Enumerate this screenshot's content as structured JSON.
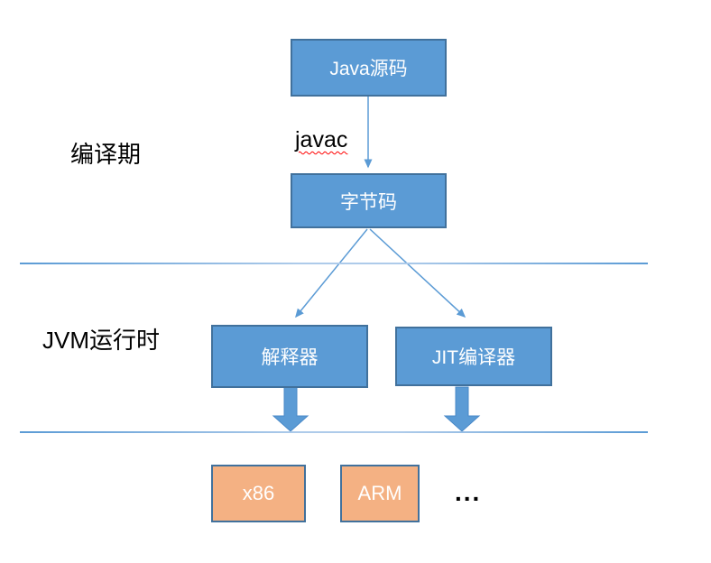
{
  "colors": {
    "node-fill": "#5b9bd5",
    "node-border": "#41719c",
    "arch-fill": "#f4b183",
    "arch-border": "#41719c",
    "arrow": "#5b9bd5",
    "arrow-edge": "#4a89c8",
    "divider-edge": "#5b9bd5",
    "divider-mid": "#aecbea",
    "label-text": "#000000",
    "node-text": "#ffffff",
    "spellcheck-underline": "#ff0000"
  },
  "labels": {
    "compile_stage": "编译期",
    "runtime_stage": "JVM运行时",
    "javac": "javac",
    "ellipsis": "..."
  },
  "nodes": {
    "java_source": "Java源码",
    "bytecode": "字节码",
    "interpreter": "解释器",
    "jit_compiler": "JIT编译器",
    "x86": "x86",
    "arm": "ARM"
  }
}
